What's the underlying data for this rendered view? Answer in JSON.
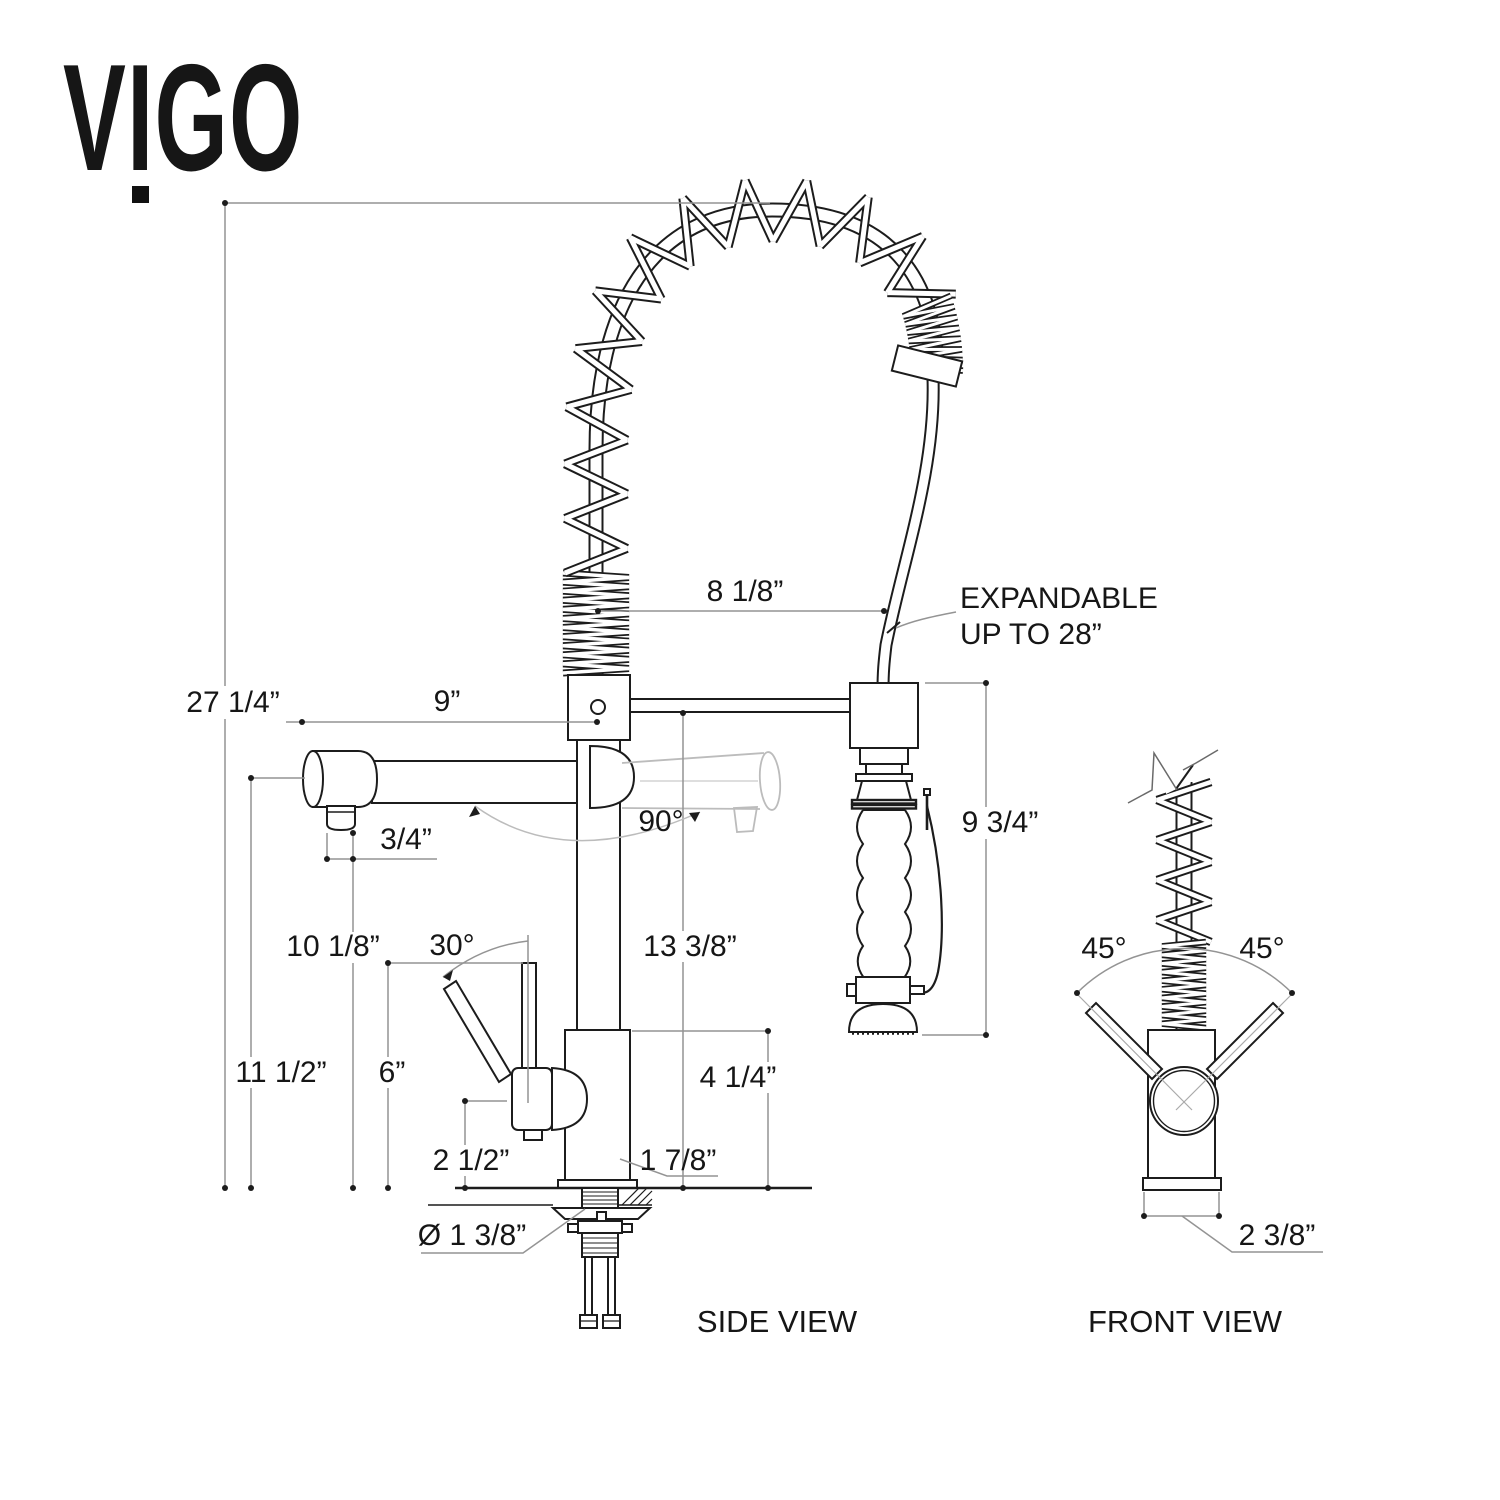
{
  "brand": {
    "logo_text": "VIGO"
  },
  "colors": {
    "line": "#1c1c1c",
    "dim_line": "#949494",
    "ghost_line": "#bcbcbc",
    "text": "#161616",
    "background": "#ffffff"
  },
  "side_view": {
    "caption": "SIDE VIEW",
    "dimensions": {
      "overall_height": "27 1/4”",
      "spout_reach": "9”",
      "aerator_width": "3/4”",
      "hose_reach": "8 1/8”",
      "spout_swivel_angle": "90°",
      "spout_height": "13 3/8”",
      "sprayer_height": "9 3/4”",
      "aerator_clearance": "10 1/8”",
      "handle_angle": "30°",
      "spout_centerline_height": "11 1/2”",
      "handle_top_height": "6”",
      "handle_hub_height": "2 1/2”",
      "body_height": "4 1/4”",
      "body_diameter": "1 7/8”",
      "mounting_hole_diameter": "Ø 1 3/8”",
      "hose_note_line1": "EXPANDABLE",
      "hose_note_line2": "UP TO 28”"
    }
  },
  "front_view": {
    "caption": "FRONT VIEW",
    "dimensions": {
      "handle_swing_left": "45°",
      "handle_swing_right": "45°",
      "base_width": "2 3/8”"
    }
  }
}
